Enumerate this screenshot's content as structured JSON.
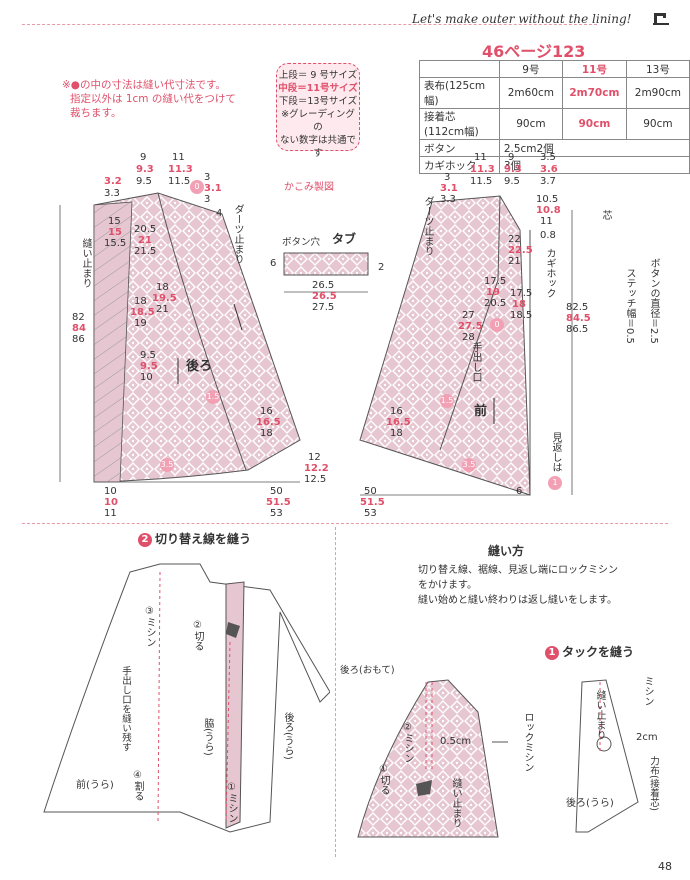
{
  "header": {
    "tagline": "Let's make outer without the lining!"
  },
  "page_ref": "46ページ123",
  "note_lines": [
    "※●の中の寸法は縫い代寸法です。",
    "指定以外は 1cm の縫い代をつけて",
    "裁ちます。"
  ],
  "size_box": {
    "line1": "上段＝ 9 号サイズ",
    "line2": "中段＝11号サイズ",
    "line3": "下段＝13号サイズ",
    "line4": "※グレーディングの",
    "line5": "ない数字は共通です"
  },
  "spec_table": {
    "headers": [
      "",
      "9号",
      "11号",
      "13号"
    ],
    "rows": [
      {
        "label": "表布(125cm幅)",
        "v9": "2m60cm",
        "v11": "2m70cm",
        "v13": "2m90cm"
      },
      {
        "label": "接着芯(112cm幅)",
        "v9": "90cm",
        "v11": "90cm",
        "v13": "90cm"
      },
      {
        "label": "ボタン",
        "merged": "2.5cm2個"
      },
      {
        "label": "カギホック",
        "merged": "3個"
      }
    ]
  },
  "pattern": {
    "kakomi": "かこみ製図",
    "back_label": "後ろ",
    "front_label": "前",
    "tab_title": "タブ",
    "buttonhole": "ボタン穴",
    "tab_dims": [
      "26.5",
      "26.5",
      "27.5"
    ],
    "tab_side_left": "6",
    "tab_side_right": "2",
    "dart_stop": "ダーツ止まり",
    "sew_stop": "縫い止まり",
    "hook": "カギホック",
    "hand_opening": "手出し口",
    "facing_hem": "見返しは",
    "button_diameter": "ボタンの直径＝2.5",
    "stitch_width": "ステッチ幅＝0.5",
    "interfacing": "芯",
    "back_top": [
      "9",
      "9.3",
      "9.5",
      "11",
      "11.3",
      "11.5",
      "3.2",
      "3.3",
      "3",
      "3.1",
      "3",
      "4"
    ],
    "back_left": [
      "15",
      "15",
      "15.5",
      "20.5",
      "21",
      "21.5",
      "18",
      "18.5",
      "19",
      "9.5",
      "9.5",
      "10"
    ],
    "back_mid": [
      "18",
      "19.5",
      "21",
      "16",
      "16.5",
      "18"
    ],
    "back_vertical": [
      "82",
      "84",
      "86"
    ],
    "back_bottom": [
      "10",
      "10",
      "11",
      "50",
      "51.5",
      "53",
      "12",
      "12.2",
      "12.5"
    ],
    "front_top": [
      "11",
      "11.3",
      "11.5",
      "9",
      "9.3",
      "9.5",
      "3.5",
      "3.6",
      "3.7",
      "3",
      "3.1",
      "3.3",
      "10.5",
      "10.8",
      "11",
      "0.8"
    ],
    "front_mid": [
      "22",
      "22.5",
      "21",
      "17.5",
      "19",
      "20.5",
      "17.5",
      "18",
      "18.5",
      "27",
      "27.5",
      "28",
      "16",
      "16.5",
      "18"
    ],
    "front_vertical": [
      "82.5",
      "84.5",
      "86.5"
    ],
    "front_bottom": [
      "50",
      "51.5",
      "53",
      "6"
    ],
    "seam_allow": [
      "1.5",
      "3.5",
      "0",
      "1.5",
      "3.5",
      "1",
      "0"
    ]
  },
  "section2": {
    "title": "切り替え線を縫う",
    "num": "2",
    "labels": [
      "③ミシン",
      "②切る",
      "手出し口を縫い残す",
      "脇(うら)",
      "後ろ(うら)",
      "④割る",
      "①ミシン",
      "前(うら)"
    ]
  },
  "howto": {
    "title": "縫い方",
    "body": [
      "切り替え線、裾線、見返し端にロックミシン",
      "をかけます。",
      "縫い始めと縫い終わりは返し縫いをします。"
    ]
  },
  "section1": {
    "title": "タックを縫う",
    "num": "1",
    "labels": [
      "後ろ(おもて)",
      "②ミシン",
      "0.5cm",
      "①切る",
      "縫い止まり",
      "ロックミシン",
      "ミシン",
      "縫い止まり",
      "2cm",
      "力布(接着芯)",
      "後ろ(うら)"
    ]
  },
  "page_number": "48",
  "colors": {
    "accent": "#e0506a",
    "fabric": "#e6c6d1",
    "fabric_dark": "#d8aab9"
  }
}
